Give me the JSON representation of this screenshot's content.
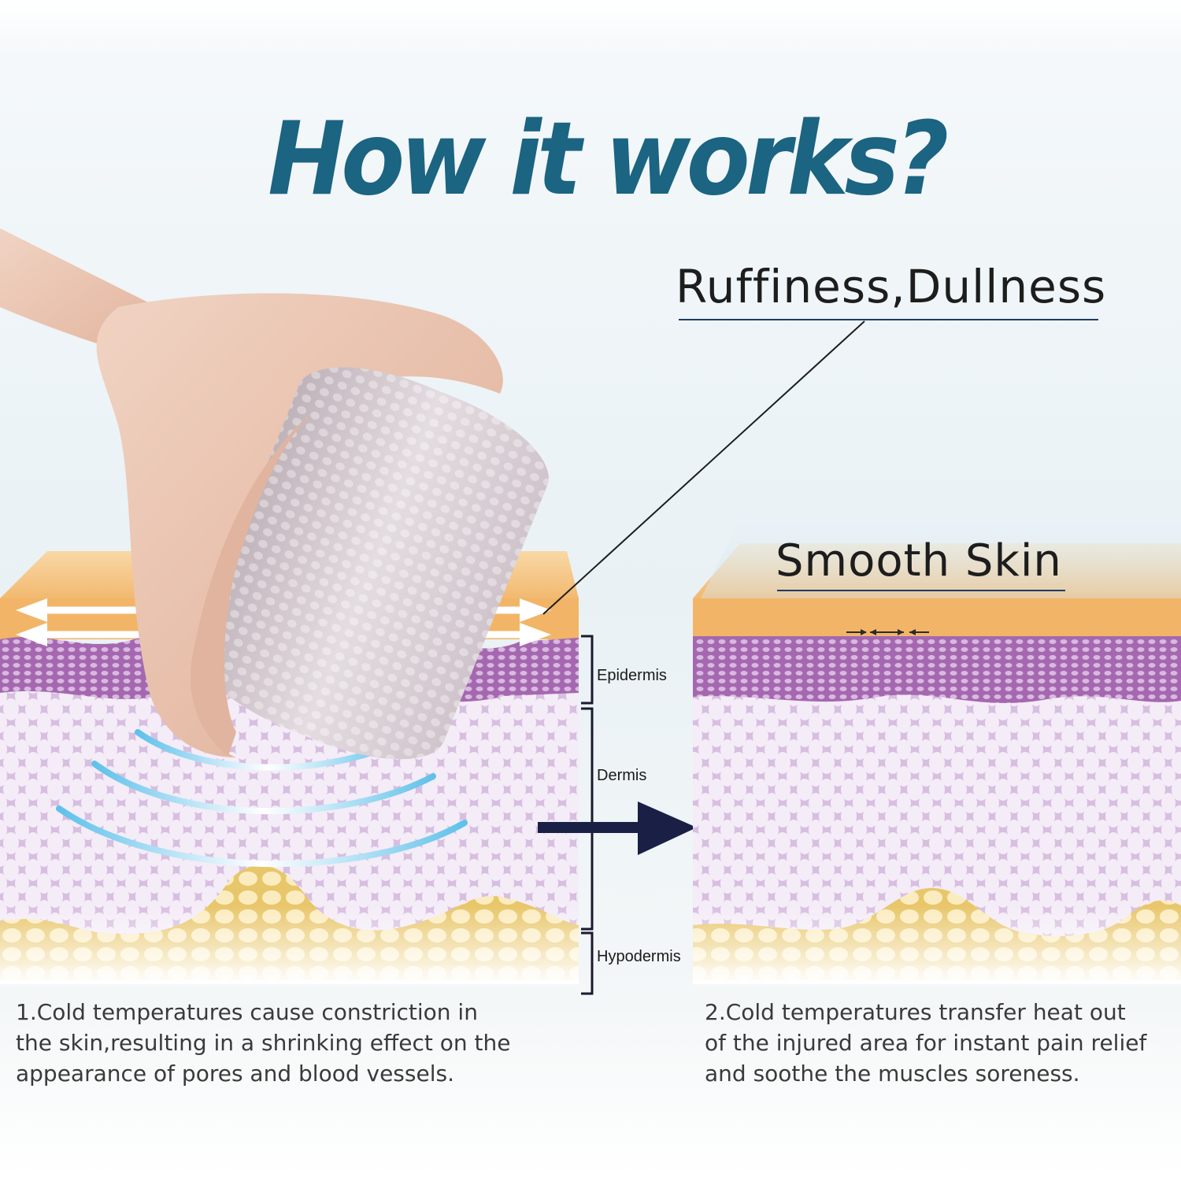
{
  "title": "How it works?",
  "labels": {
    "before_state": "Ruffiness,Dullness",
    "after_state": "Smooth Skin"
  },
  "skin_layers": [
    "Epidermis",
    "Dermis",
    "Hypodermis"
  ],
  "captions": [
    {
      "line1": "1.Cold temperatures cause constriction in",
      "line2": "the skin,resulting in a shrinking effect on the",
      "line3": "appearance of pores and blood vessels."
    },
    {
      "line1": "2.Cold temperatures transfer heat out",
      "line2": "of the injured area for instant pain relief",
      "line3": "and soothe the muscles soreness."
    }
  ],
  "colors": {
    "title": "#1b6482",
    "skin_surface": "#f7c98c",
    "epidermis": "#a86ab3",
    "dermis": "#e2cfe8",
    "hypodermis": "#f4dc9a",
    "roller_handle": "#e9c4b1",
    "roller_stone": "#d9cfd4",
    "cold_waves": "#5fc1ea",
    "arrow": "#1a1f45"
  }
}
